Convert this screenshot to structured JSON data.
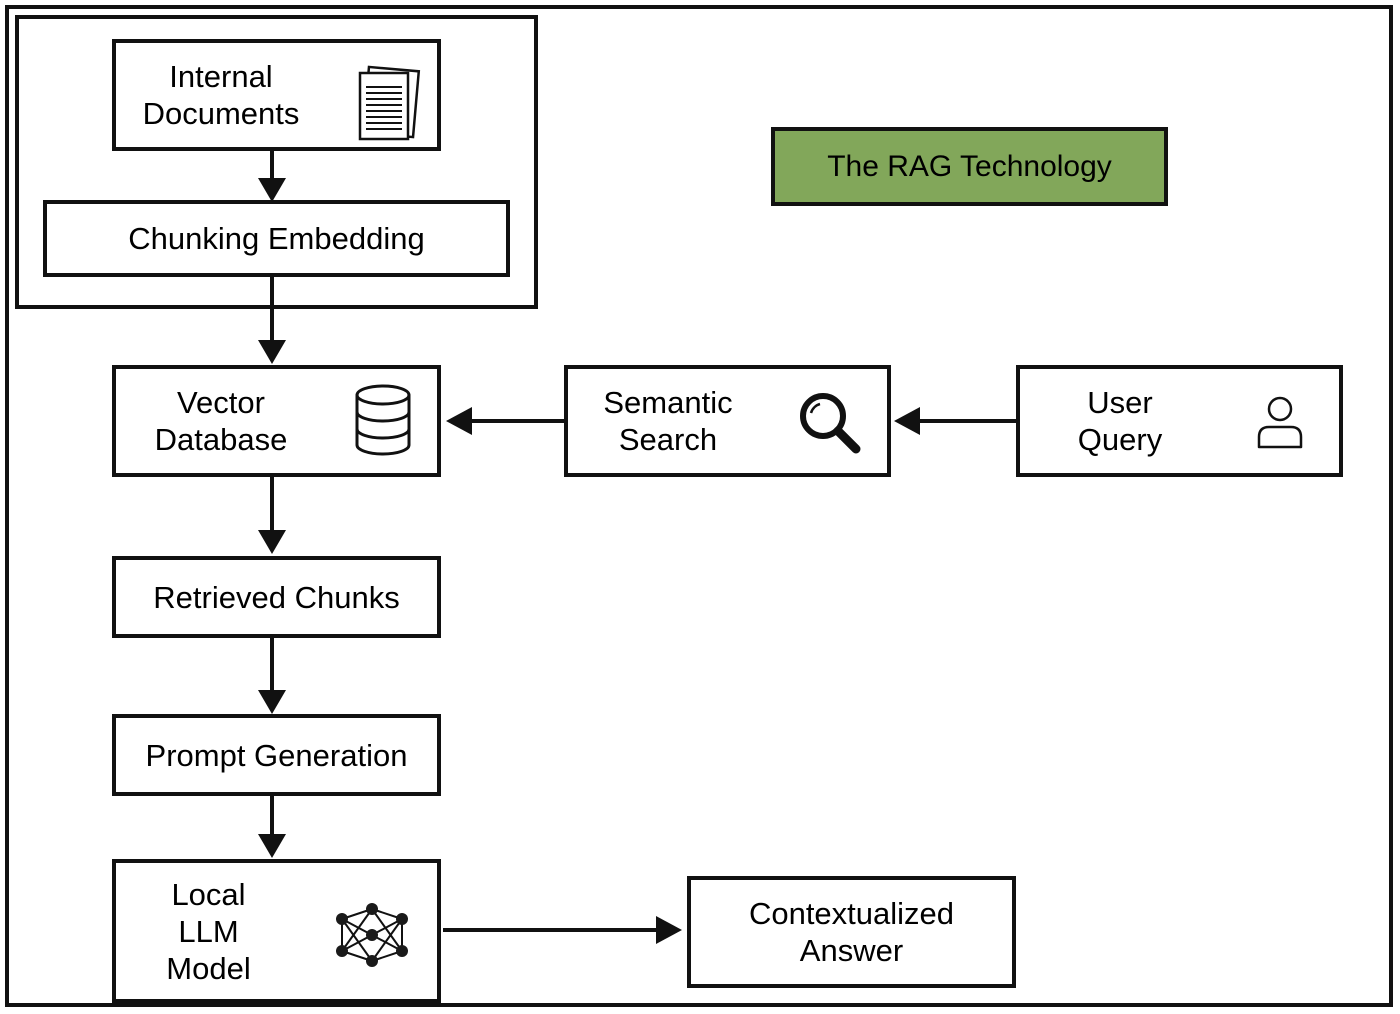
{
  "title": "The RAG Technology",
  "colors": {
    "title_fill": "#82a75a",
    "stroke": "#111111"
  },
  "nodes": {
    "internal_documents": {
      "label": "Internal\nDocuments",
      "icon": "document-icon"
    },
    "chunking_embedding": {
      "label": "Chunking Embedding"
    },
    "vector_database": {
      "label": "Vector\nDatabase",
      "icon": "database-icon"
    },
    "semantic_search": {
      "label": "Semantic\nSearch",
      "icon": "magnifier-icon"
    },
    "user_query": {
      "label": "User\nQuery",
      "icon": "user-icon"
    },
    "retrieved_chunks": {
      "label": "Retrieved Chunks"
    },
    "prompt_generation": {
      "label": "Prompt Generation"
    },
    "local_llm_model": {
      "label": "Local\nLLM\nModel",
      "icon": "neural-network-icon"
    },
    "contextualized_answer": {
      "label": "Contextualized\nAnswer"
    }
  },
  "edges": [
    {
      "from": "internal_documents",
      "to": "chunking_embedding"
    },
    {
      "from": "chunking_embedding",
      "to": "vector_database"
    },
    {
      "from": "user_query",
      "to": "semantic_search"
    },
    {
      "from": "semantic_search",
      "to": "vector_database"
    },
    {
      "from": "vector_database",
      "to": "retrieved_chunks"
    },
    {
      "from": "retrieved_chunks",
      "to": "prompt_generation"
    },
    {
      "from": "prompt_generation",
      "to": "local_llm_model"
    },
    {
      "from": "local_llm_model",
      "to": "contextualized_answer"
    }
  ]
}
